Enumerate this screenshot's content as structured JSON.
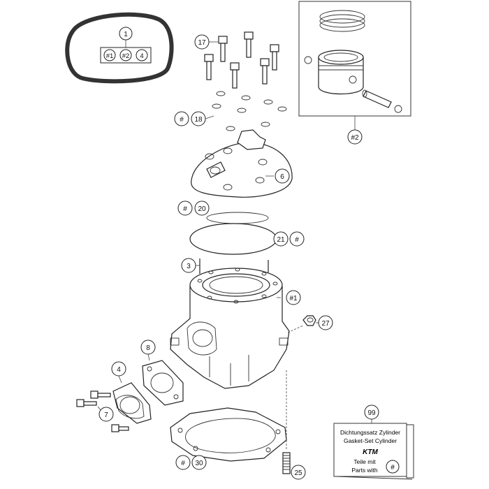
{
  "callouts": {
    "c1": "1",
    "c1_a": "#1",
    "c1_b": "#2",
    "c1_c": "4",
    "c2": "#2",
    "c3": "3",
    "c4": "4",
    "c6": "6",
    "c7": "7",
    "c8": "8",
    "c17": "17",
    "c18_hash": "#",
    "c18": "18",
    "c20_hash": "#",
    "c20": "20",
    "c21": "21",
    "c21_hash": "#",
    "c1b": "#1",
    "c25": "25",
    "c27": "27",
    "c30_hash": "#",
    "c30": "30",
    "c99": "99"
  },
  "gasket_set": {
    "line1": "Dichtungssatz Zylinder",
    "line2": "Gasket-Set Cylinder",
    "brand": "KTM",
    "line3": "Teile mit",
    "line4": "Parts with",
    "symbol": "#"
  },
  "colors": {
    "line": "#222222",
    "highlight": "#333333",
    "shade": "#888888"
  }
}
